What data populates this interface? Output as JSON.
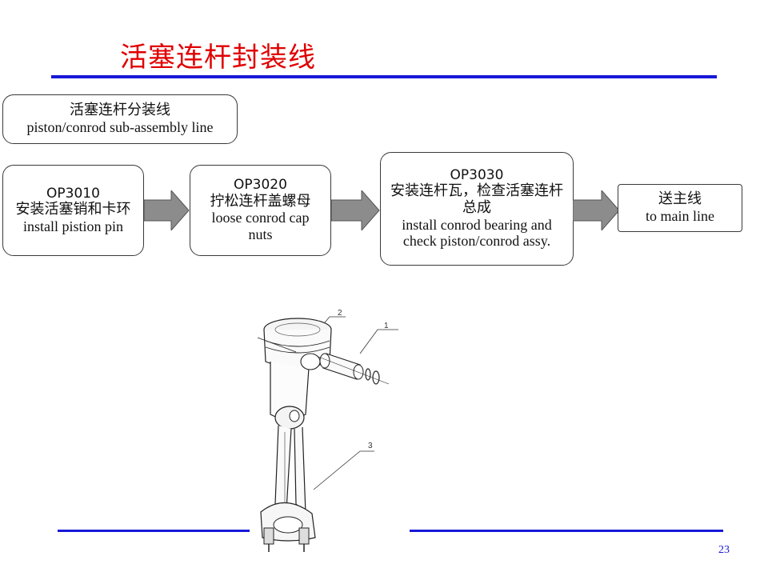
{
  "title": "活塞连杆封装线",
  "header_box": {
    "line_cn": "活塞连杆分装线",
    "line_en": "piston/conrod sub-assembly line"
  },
  "steps": [
    {
      "op": "OP3010",
      "cn": "安装活塞销和卡环",
      "en": "install pistion pin"
    },
    {
      "op": "OP3020",
      "cn": "拧松连杆盖螺母",
      "en": "loose conrod cap nuts"
    },
    {
      "op": "OP3030",
      "cn": "安装连杆瓦，检查活塞连杆总成",
      "en": "install conrod bearing and check piston/conrod assy."
    }
  ],
  "end_box": {
    "cn": "送主线",
    "en": "to main line"
  },
  "figure": {
    "labels": [
      "2",
      "1",
      "3"
    ],
    "icon": "piston-conrod-assembly-drawing"
  },
  "page_number": "23",
  "colors": {
    "title": "#e00000",
    "rule": "#1818d8",
    "arrow": "#8c8c8c"
  }
}
